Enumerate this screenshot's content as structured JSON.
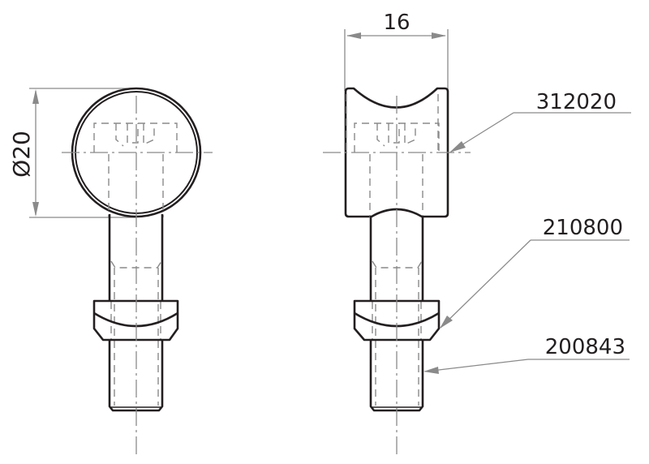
{
  "drawing": {
    "type": "technical-drawing",
    "views": [
      "front-view",
      "side-view"
    ],
    "dimensions": {
      "diameter_label": "Ø20",
      "width_label": "16"
    },
    "callouts": [
      {
        "id": "ball",
        "label": "312020"
      },
      {
        "id": "washer",
        "label": "210800"
      },
      {
        "id": "stud",
        "label": "200843"
      }
    ],
    "colors": {
      "object_line": "#231f20",
      "dimension_line": "#8a8a8a",
      "background": "#ffffff"
    }
  }
}
